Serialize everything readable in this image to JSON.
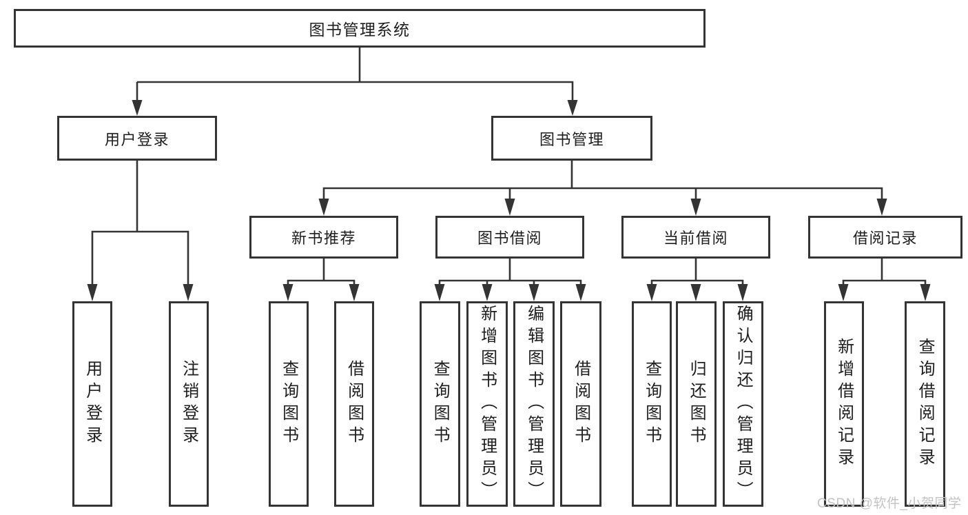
{
  "diagram": {
    "type": "functional-decomposition-tree",
    "root": {
      "label": "图书管理系统"
    },
    "level2": [
      {
        "label": "用户登录"
      },
      {
        "label": "图书管理"
      }
    ],
    "level3": [
      {
        "label": "新书推荐",
        "parent": "图书管理"
      },
      {
        "label": "图书借阅",
        "parent": "图书管理"
      },
      {
        "label": "当前借阅",
        "parent": "图书管理"
      },
      {
        "label": "借阅记录",
        "parent": "图书管理"
      }
    ],
    "leaves": [
      {
        "label": "用户登录",
        "parent": "用户登录"
      },
      {
        "label": "注销登录",
        "parent": "用户登录"
      },
      {
        "label": "查询图书",
        "parent": "新书推荐"
      },
      {
        "label": "借阅图书",
        "parent": "新书推荐"
      },
      {
        "label": "查询图书",
        "parent": "图书借阅"
      },
      {
        "label": "新增图书（管理员）",
        "parent": "图书借阅"
      },
      {
        "label": "编辑图书（管理员）",
        "parent": "图书借阅"
      },
      {
        "label": "借阅图书",
        "parent": "图书借阅"
      },
      {
        "label": "查询图书",
        "parent": "当前借阅"
      },
      {
        "label": "归还图书",
        "parent": "当前借阅"
      },
      {
        "label": "确认归还（管理员）",
        "parent": "当前借阅"
      },
      {
        "label": "新增借阅记录",
        "parent": "借阅记录"
      },
      {
        "label": "查询借阅记录",
        "parent": "借阅记录"
      }
    ],
    "watermark": "CSDN @软件_小贺同学",
    "colors": {
      "line": "#343434",
      "box_border": "#343434",
      "box_fill": "#ffffff",
      "text": "#1e1e1e",
      "watermark": "#c3c3c3",
      "background": "#ffffff"
    }
  }
}
